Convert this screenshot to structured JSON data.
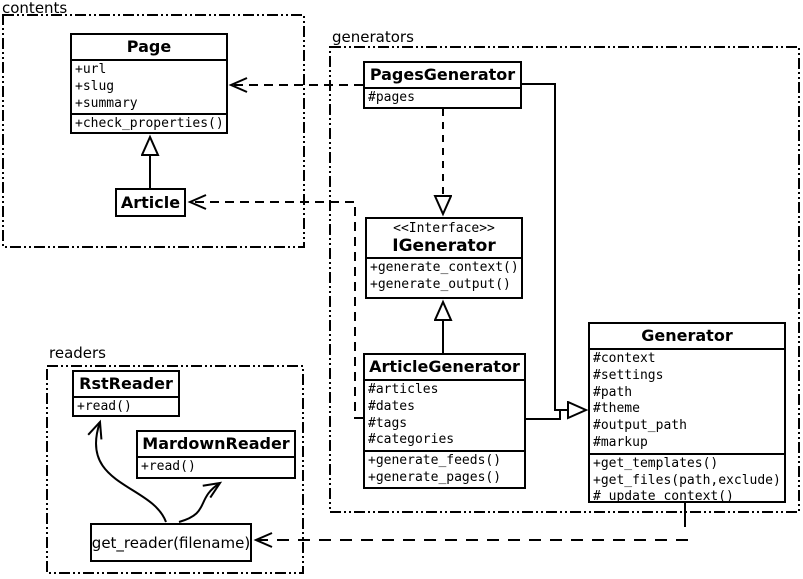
{
  "packages": {
    "contents": {
      "label": "contents"
    },
    "generators": {
      "label": "generators"
    },
    "readers": {
      "label": "readers"
    }
  },
  "classes": {
    "page": {
      "title": "Page",
      "attributes": [
        "+url",
        "+slug",
        "+summary"
      ],
      "methods": [
        "+check_properties()"
      ]
    },
    "article": {
      "title": "Article"
    },
    "pages_generator": {
      "title": "PagesGenerator",
      "attributes": [
        "#pages"
      ]
    },
    "igenerator": {
      "stereotype": "<<Interface>>",
      "title": "IGenerator",
      "methods": [
        "+generate_context()",
        "+generate_output()"
      ]
    },
    "article_generator": {
      "title": "ArticleGenerator",
      "attributes": [
        "#articles",
        "#dates",
        "#tags",
        "#categories"
      ],
      "methods": [
        "+generate_feeds()",
        "+generate_pages()"
      ]
    },
    "generator": {
      "title": "Generator",
      "attributes": [
        "#context",
        "#settings",
        "#path",
        "#theme",
        "#output_path",
        "#markup"
      ],
      "methods": [
        "+get_templates()",
        "+get_files(path,exclude)",
        "#_update_context()"
      ]
    },
    "rst_reader": {
      "title": "RstReader",
      "methods": [
        "+read()"
      ]
    },
    "mardown_reader": {
      "title": "MardownReader",
      "methods": [
        "+read()"
      ]
    },
    "get_reader": {
      "title": "get_reader(filename)"
    }
  },
  "relationships": [
    {
      "from": "Article",
      "to": "Page",
      "type": "inheritance"
    },
    {
      "from": "PagesGenerator",
      "to": "Page",
      "type": "dependency"
    },
    {
      "from": "ArticleGenerator",
      "to": "Article",
      "type": "dependency"
    },
    {
      "from": "PagesGenerator",
      "to": "IGenerator",
      "type": "realization"
    },
    {
      "from": "ArticleGenerator",
      "to": "IGenerator",
      "type": "inheritance"
    },
    {
      "from": "PagesGenerator",
      "to": "Generator",
      "type": "inheritance"
    },
    {
      "from": "ArticleGenerator",
      "to": "Generator",
      "type": "inheritance"
    },
    {
      "from": "Generator",
      "to": "get_reader(filename)",
      "type": "dependency"
    },
    {
      "from": "get_reader(filename)",
      "to": "RstReader",
      "type": "arrow"
    },
    {
      "from": "get_reader(filename)",
      "to": "MardownReader",
      "type": "arrow"
    }
  ],
  "colors": {
    "line": "#000000",
    "background": "#ffffff",
    "box_fill": "#ffffff"
  }
}
